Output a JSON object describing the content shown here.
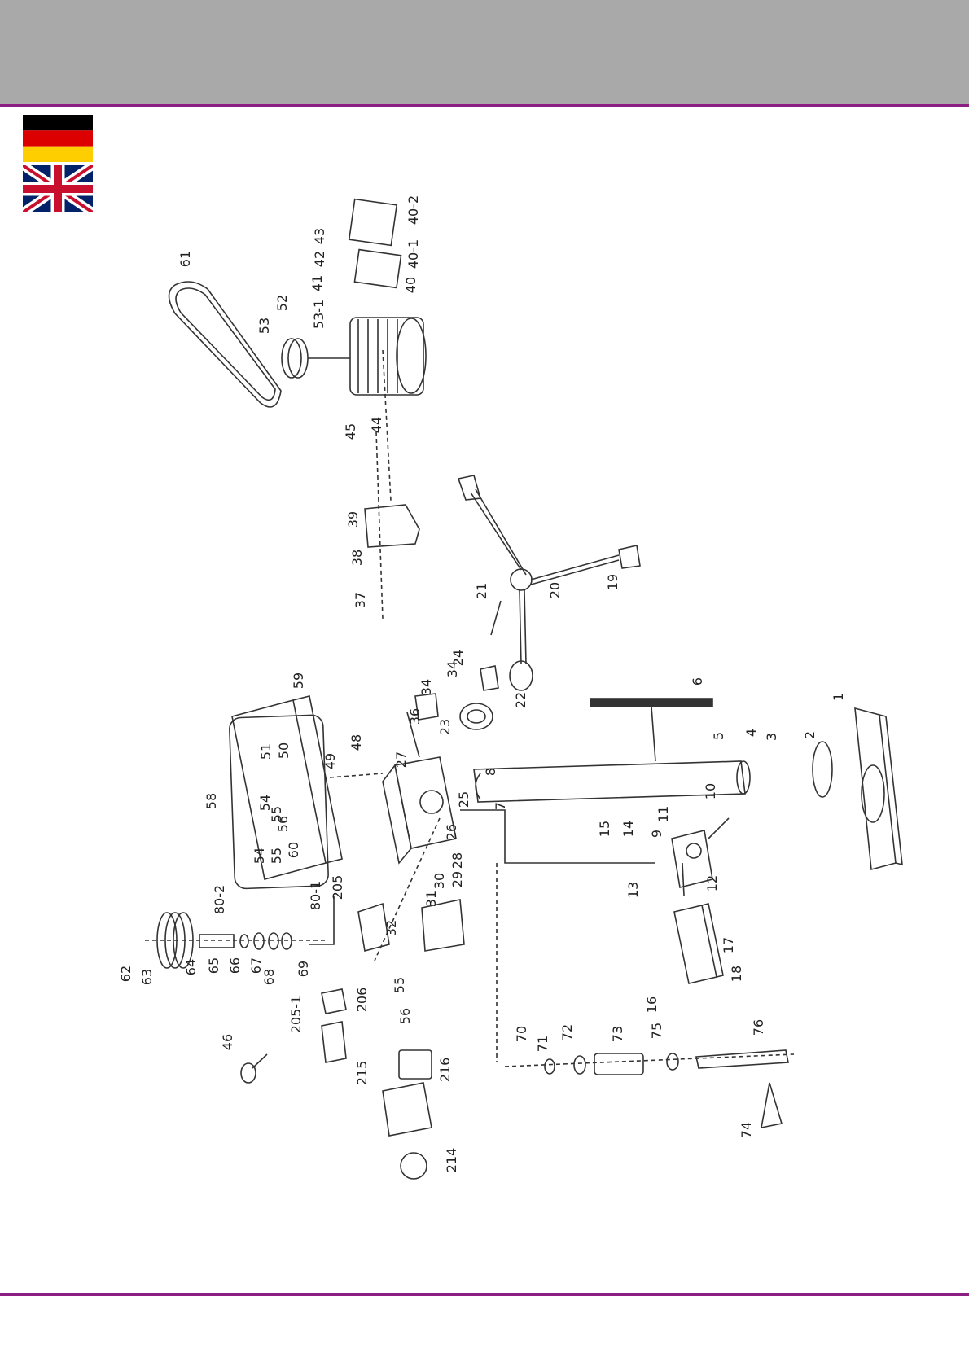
{
  "colors": {
    "header": "#a9a9a9",
    "accent": "#8b1f83"
  },
  "flags": [
    "flag-germany-icon",
    "flag-united-kingdom-icon"
  ],
  "part_labels": [
    "61",
    "53",
    "52",
    "53-1",
    "41",
    "42",
    "43",
    "40",
    "40-1",
    "40-2",
    "44",
    "45",
    "39",
    "38",
    "37",
    "21",
    "20",
    "19",
    "24",
    "22",
    "23",
    "34",
    "34",
    "36",
    "27",
    "59",
    "51",
    "50",
    "49",
    "48",
    "58",
    "54",
    "55",
    "56",
    "54",
    "55",
    "60",
    "80-2",
    "80-1",
    "205",
    "62",
    "63",
    "64",
    "65",
    "66",
    "67",
    "68",
    "69",
    "32",
    "31",
    "30",
    "29",
    "28",
    "26",
    "25",
    "7",
    "8",
    "5",
    "6",
    "4",
    "3",
    "2",
    "1",
    "15",
    "14",
    "13",
    "11",
    "9",
    "10",
    "12",
    "16",
    "17",
    "18",
    "55",
    "56",
    "205-1",
    "206",
    "46",
    "215",
    "216",
    "214",
    "70",
    "71",
    "72",
    "73",
    "75",
    "76",
    "74"
  ]
}
